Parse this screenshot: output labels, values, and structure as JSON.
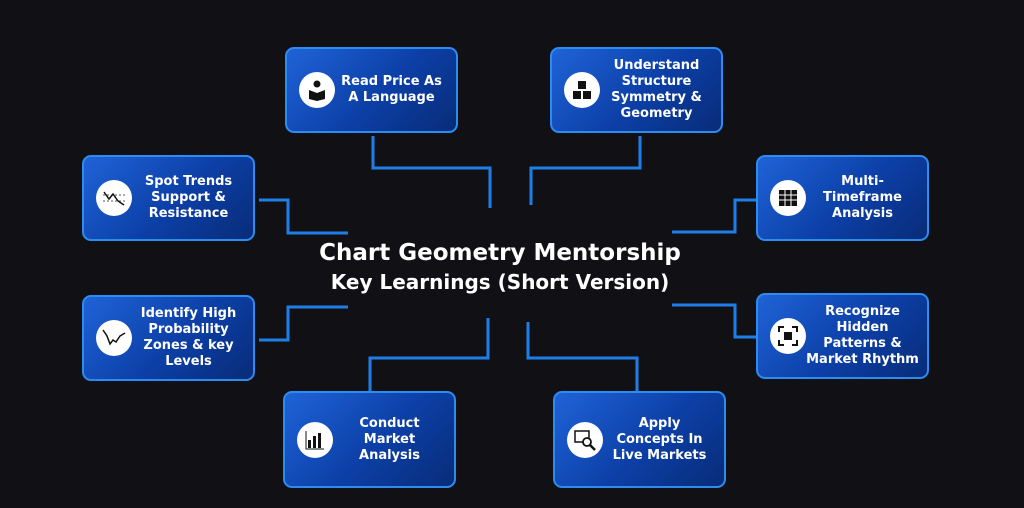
{
  "title": {
    "line1": "Chart Geometry Mentorship",
    "line2": "Key Learnings (Short Version)"
  },
  "accent": "#2d8cf0",
  "nodes": [
    {
      "label": "Read Price As A Language",
      "icon": "reading-person-icon"
    },
    {
      "label": "Understand Structure Symmetry & Geometry",
      "icon": "cubes-icon"
    },
    {
      "label": "Spot Trends Support & Resistance",
      "icon": "trend-lines-icon"
    },
    {
      "label": "Multi-Timeframe Analysis",
      "icon": "grid-calendar-icon"
    },
    {
      "label": "Identify High Probability Zones & key Levels",
      "icon": "price-chart-icon"
    },
    {
      "label": "Recognize Hidden Patterns & Market Rhythm",
      "icon": "pattern-focus-icon"
    },
    {
      "label": "Conduct Market Analysis",
      "icon": "bar-chart-icon"
    },
    {
      "label": "Apply Concepts In Live Markets",
      "icon": "magnifier-chart-icon"
    }
  ]
}
